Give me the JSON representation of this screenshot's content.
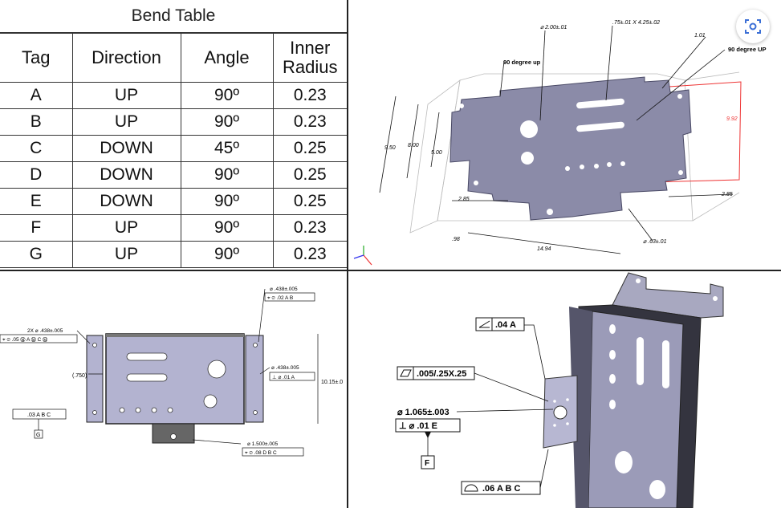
{
  "bend_table": {
    "title": "Bend Table",
    "headers": [
      "Tag",
      "Direction",
      "Angle",
      "Inner Radius"
    ],
    "rows": [
      [
        "A",
        "UP",
        "90º",
        "0.23"
      ],
      [
        "B",
        "UP",
        "90º",
        "0.23"
      ],
      [
        "C",
        "DOWN",
        "45º",
        "0.25"
      ],
      [
        "D",
        "DOWN",
        "90º",
        "0.25"
      ],
      [
        "E",
        "DOWN",
        "90º",
        "0.25"
      ],
      [
        "F",
        "UP",
        "90º",
        "0.23"
      ],
      [
        "G",
        "UP",
        "90º",
        "0.23"
      ]
    ]
  },
  "iso_view": {
    "labels": {
      "hole_dia": "⌀ 2.00±.01",
      "slot": ".75±.01 X 4.25±.02",
      "dim_101": "1.01",
      "bend_up_left": "90 degree up",
      "bend_up_right": "90 degree UP",
      "height_992": "9.92",
      "dim_950": "9.50",
      "dim_800": "8.00",
      "dim_500": "5.00",
      "dim_285_left": "2.85",
      "dim_285_right": "2.85",
      "dim_98": ".98",
      "dim_1494": "14.94",
      "hole_small": "⌀ .63±.01"
    }
  },
  "front_view": {
    "labels": {
      "holes_2x": "2X ⌀ .438±.005",
      "holes_2x_fcf": "⌖ ⌀ .05 Ⓜ A Ⓜ C Ⓜ",
      "top_hole": "⌀ .438±.005",
      "top_hole_fcf": "⌖ ⌀ .02 A B",
      "right_hole": "⌀ .438±.005",
      "right_hole_fcf": "⊥ ⌀ .01 A",
      "dim_750": "(.750)",
      "dim_1015": "10.15±.0",
      "profile": ".03 A B C",
      "datum_g": "G",
      "bottom_hole": "⌀ 1.500±.005",
      "bottom_hole_fcf": "⌖ ⌀ .08 D B C"
    }
  },
  "perspective_view": {
    "labels": {
      "angularity": ".04 A",
      "flatness": ".005/.25X.25",
      "hole_dia": "⌀ 1.065±.003",
      "perp": "⊥ ⌀ .01 E",
      "datum_f": "F",
      "profile": ".06 A B C"
    }
  }
}
